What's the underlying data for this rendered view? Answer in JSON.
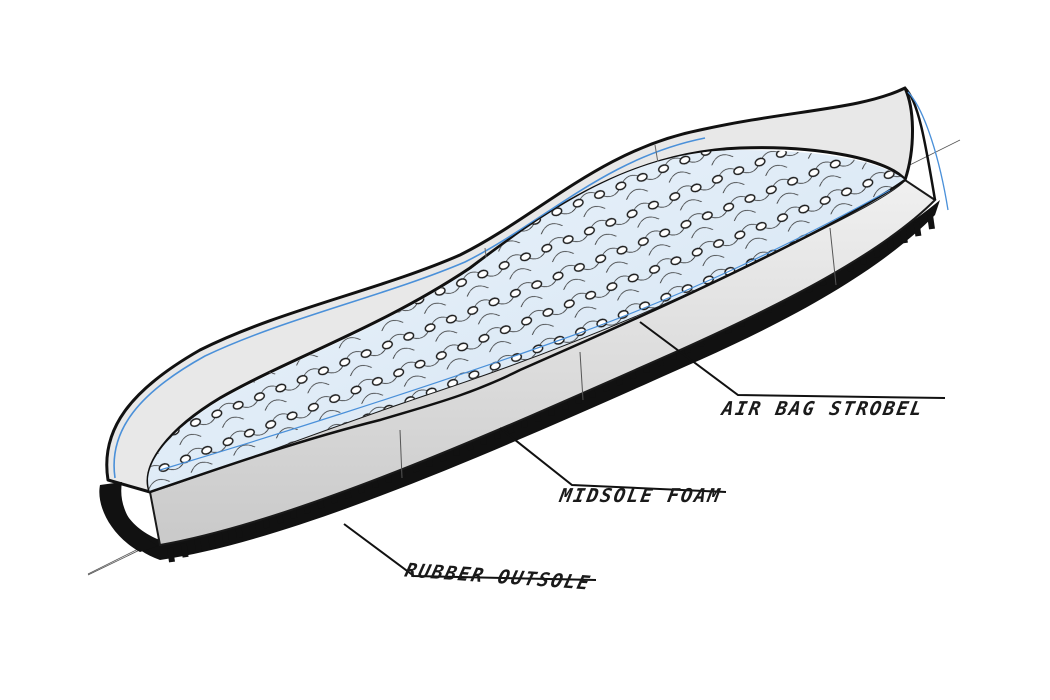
{
  "diagram": {
    "labels": {
      "air_bag_strobel": "AIR BAG STROBEL",
      "midsole_foam": "MIDSOLE FOAM",
      "rubber_outsole": "RUBBER OUTSOLE"
    },
    "colors": {
      "ink": "#1a1a1a",
      "sketch_blue": "#4a90d9",
      "air_bag_fill": "#dbe9f6",
      "midsole_shade": "#d8d8d8",
      "midsole_light": "#ececec"
    }
  }
}
